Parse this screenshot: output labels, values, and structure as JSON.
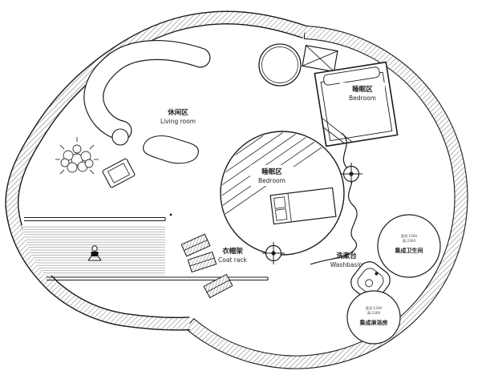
{
  "meta": {
    "type": "residential-floor-plan",
    "shape": "spiral-round-house"
  },
  "zones": {
    "living": {
      "zh": "休闲区",
      "en": "Living room"
    },
    "bedroom_top": {
      "zh": "睡眠区",
      "en": "Bedroom"
    },
    "bedroom_center": {
      "zh": "睡眠区",
      "en": "Bedroom"
    },
    "coat_rack": {
      "zh": "衣帽架",
      "en": "Coat rack"
    },
    "washbasin": {
      "zh": "洗漱台",
      "en": "Washbasin"
    },
    "bathroom": {
      "zh": "集成卫生间",
      "spec1": "直径:1500",
      "spec2": "高:2300"
    },
    "shower": {
      "zh": "集成淋浴房",
      "spec1": "直径:1200",
      "spec2": "高:2300"
    }
  },
  "colors": {
    "line": "#1c1c1c",
    "hatch": "#777777",
    "deck": "#9a9a9a",
    "background": "#ffffff"
  }
}
